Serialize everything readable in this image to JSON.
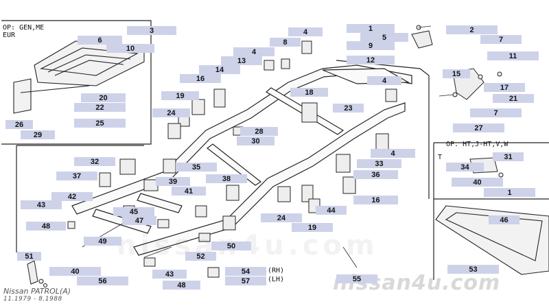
{
  "insets": {
    "top_left_note": "OP: GEN,ME\nEUR",
    "right_note": "OP. HT,J-HT,V,W",
    "right_marker": "T"
  },
  "watermark": {
    "model": "Nissan PATROL(A)",
    "dates": "11.1979 - 8.1988",
    "site": "nissan4u.com",
    "faint": "nissan4u.com"
  },
  "callouts": [
    {
      "id": "c1",
      "label": "3"
    },
    {
      "id": "c2",
      "label": "6"
    },
    {
      "id": "c3",
      "label": "10"
    },
    {
      "id": "c4",
      "label": "20"
    },
    {
      "id": "c5",
      "label": "22"
    },
    {
      "id": "c6",
      "label": "25"
    },
    {
      "id": "c7",
      "label": "26"
    },
    {
      "id": "c8",
      "label": "29"
    },
    {
      "id": "c9",
      "label": "4"
    },
    {
      "id": "c10",
      "label": "8"
    },
    {
      "id": "c11",
      "label": "4"
    },
    {
      "id": "c12",
      "label": "13"
    },
    {
      "id": "c13",
      "label": "14"
    },
    {
      "id": "c14",
      "label": "16"
    },
    {
      "id": "c15",
      "label": "19"
    },
    {
      "id": "c16",
      "label": "24"
    },
    {
      "id": "c17",
      "label": "18"
    },
    {
      "id": "c18",
      "label": "28"
    },
    {
      "id": "c19",
      "label": "30"
    },
    {
      "id": "c20",
      "label": "1"
    },
    {
      "id": "c21",
      "label": "5"
    },
    {
      "id": "c22",
      "label": "9"
    },
    {
      "id": "c23",
      "label": "12"
    },
    {
      "id": "c24",
      "label": "4"
    },
    {
      "id": "c25",
      "label": "23"
    },
    {
      "id": "c26",
      "label": "2"
    },
    {
      "id": "c27",
      "label": "7"
    },
    {
      "id": "c28",
      "label": "11"
    },
    {
      "id": "c29",
      "label": "15"
    },
    {
      "id": "c30",
      "label": "17"
    },
    {
      "id": "c31",
      "label": "21"
    },
    {
      "id": "c32",
      "label": "7"
    },
    {
      "id": "c33",
      "label": "27"
    },
    {
      "id": "c34",
      "label": "32"
    },
    {
      "id": "c35",
      "label": "35"
    },
    {
      "id": "c36",
      "label": "37"
    },
    {
      "id": "c37",
      "label": "38"
    },
    {
      "id": "c38",
      "label": "39"
    },
    {
      "id": "c39",
      "label": "41"
    },
    {
      "id": "c40",
      "label": "42"
    },
    {
      "id": "c41",
      "label": "43"
    },
    {
      "id": "c42",
      "label": "45"
    },
    {
      "id": "c43",
      "label": "47"
    },
    {
      "id": "c44",
      "label": "48"
    },
    {
      "id": "c45",
      "label": "49"
    },
    {
      "id": "c46",
      "label": "50"
    },
    {
      "id": "c47",
      "label": "52"
    },
    {
      "id": "c48",
      "label": "4"
    },
    {
      "id": "c49",
      "label": "33"
    },
    {
      "id": "c50",
      "label": "36"
    },
    {
      "id": "c51",
      "label": "16"
    },
    {
      "id": "c52",
      "label": "44"
    },
    {
      "id": "c53",
      "label": "24"
    },
    {
      "id": "c54",
      "label": "19"
    },
    {
      "id": "c55",
      "label": "31"
    },
    {
      "id": "c56",
      "label": "34"
    },
    {
      "id": "c57",
      "label": "40"
    },
    {
      "id": "c58",
      "label": "1"
    },
    {
      "id": "c59",
      "label": "46"
    },
    {
      "id": "c60",
      "label": "53"
    },
    {
      "id": "c61",
      "label": "51"
    },
    {
      "id": "c62",
      "label": "40"
    },
    {
      "id": "c63",
      "label": "56"
    },
    {
      "id": "c64",
      "label": "43"
    },
    {
      "id": "c65",
      "label": "48"
    },
    {
      "id": "c66",
      "label": "54"
    },
    {
      "id": "c67",
      "label": "57"
    },
    {
      "id": "c68",
      "label": "55"
    }
  ],
  "side_labels": {
    "rh": "(RH)",
    "lh": "(LH)"
  }
}
